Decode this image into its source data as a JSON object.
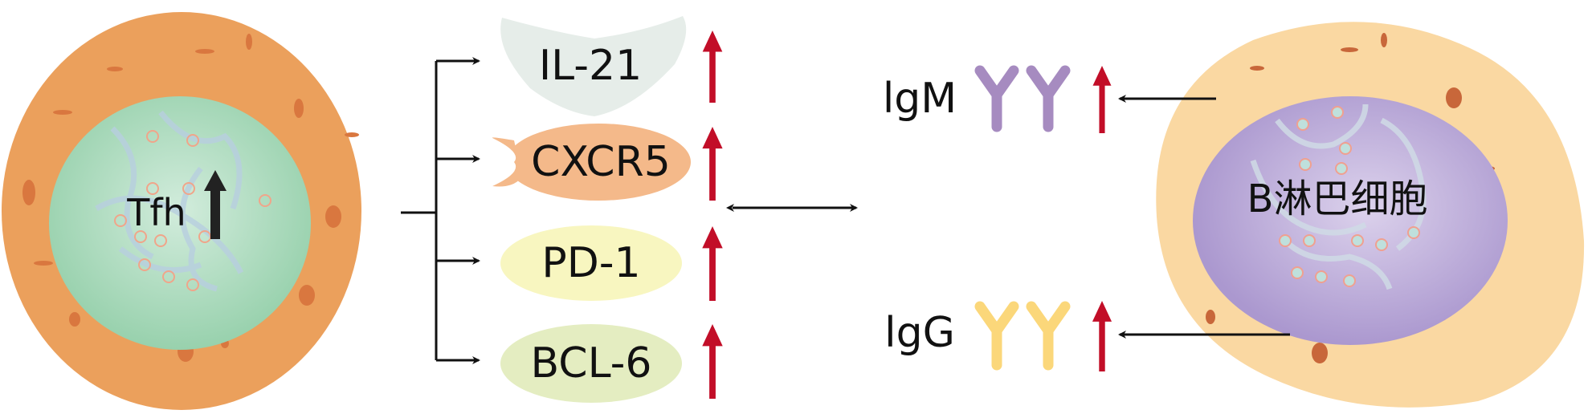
{
  "tfh_cell": {
    "label": "Tfh",
    "trend": "up"
  },
  "markers": [
    {
      "label": "IL-21",
      "trend": "up"
    },
    {
      "label": "CXCR5",
      "trend": "up"
    },
    {
      "label": "PD-1",
      "trend": "up"
    },
    {
      "label": "BCL-6",
      "trend": "up"
    }
  ],
  "b_cell": {
    "label": "B淋巴细胞"
  },
  "antibodies": [
    {
      "label": "lgM",
      "trend": "up",
      "color": "#A68BC0"
    },
    {
      "label": "lgG",
      "trend": "up",
      "color": "#FBD77A"
    }
  ],
  "colors": {
    "up_arrow": "#C20E28",
    "tfh_cytoplasm": "#EBA05C",
    "tfh_nucleus": "#A9D9BB",
    "b_cytoplasm": "#FAD8A2",
    "b_nucleus": "#C2B3DC"
  }
}
